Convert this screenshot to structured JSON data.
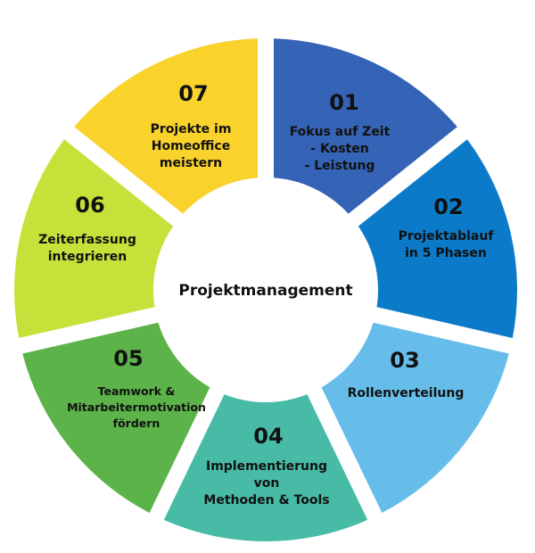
{
  "center": {
    "title": "Projektmanagement",
    "fill": "#ffffff"
  },
  "segments": [
    {
      "number": "01",
      "lines": [
        "Fokus auf Zeit",
        "- Kosten",
        "- Leistung"
      ],
      "color": "#3563b5"
    },
    {
      "number": "02",
      "lines": [
        "Projektablauf",
        "in 5 Phasen"
      ],
      "color": "#0b7bc9"
    },
    {
      "number": "03",
      "lines": [
        "Rollenverteilung"
      ],
      "color": "#66bdea"
    },
    {
      "number": "04",
      "lines": [
        "Implementierung",
        "von",
        "Methoden & Tools"
      ],
      "color": "#47bba6"
    },
    {
      "number": "05",
      "lines": [
        "Teamwork &",
        "Mitarbeitermotivation",
        "fördern"
      ],
      "color": "#5cb349"
    },
    {
      "number": "06",
      "lines": [
        "Zeiterfassung",
        "integrieren"
      ],
      "color": "#c6e13a"
    },
    {
      "number": "07",
      "lines": [
        "Projekte im",
        "Homeoffice",
        "meistern"
      ],
      "color": "#f9d22c"
    }
  ]
}
